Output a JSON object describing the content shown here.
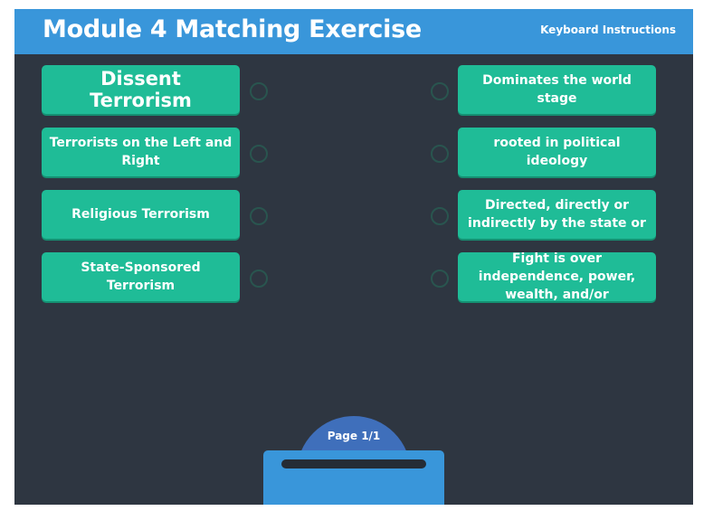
{
  "header": {
    "title": "Module 4 Matching Exercise",
    "keyboard_instructions": "Keyboard Instructions"
  },
  "left_items": [
    {
      "label": "Dissent Terrorism"
    },
    {
      "label": "Terrorists on the Left and Right"
    },
    {
      "label": "Religious Terrorism"
    },
    {
      "label": "State-Sponsored Terrorism"
    }
  ],
  "right_items": [
    {
      "label": "Dominates the world stage"
    },
    {
      "label": "rooted in political ideology"
    },
    {
      "label": "Directed, directly or indirectly by the state or"
    },
    {
      "label": "Fight is over independence, power, wealth, and/or"
    }
  ],
  "footer": {
    "page_indicator": "Page 1/1"
  },
  "colors": {
    "header": "#3996da",
    "background": "#2e3641",
    "card": "#1fbc97",
    "page_tab": "#3f6fbb"
  }
}
